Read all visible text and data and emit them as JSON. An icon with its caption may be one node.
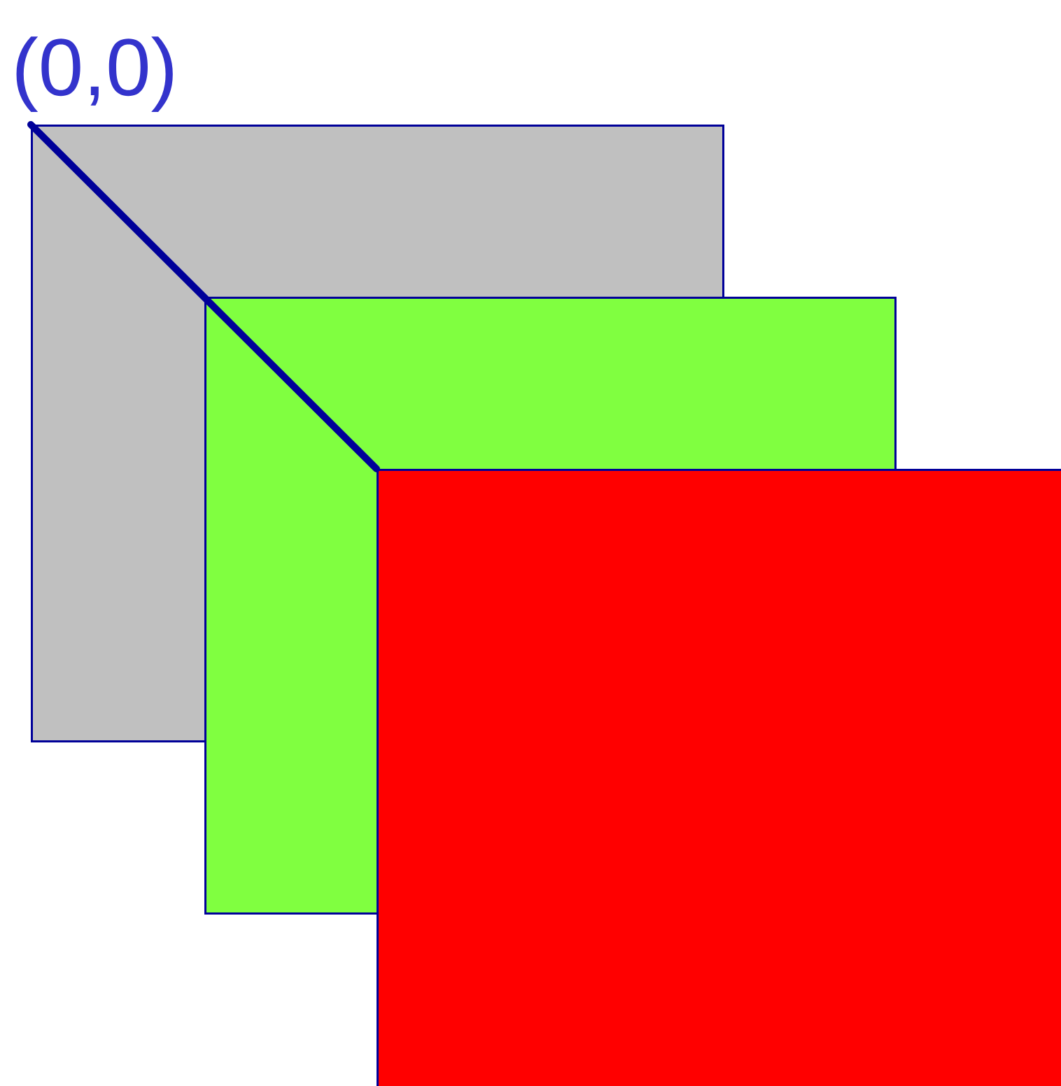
{
  "diagram": {
    "nodes": [
      {
        "text": [],
        "shape": "box"
      },
      {
        "text": [],
        "shape": "box"
      },
      {
        "text": [],
        "shape": "box"
      }
    ],
    "labels": [
      "(0,0)"
    ]
  }
}
